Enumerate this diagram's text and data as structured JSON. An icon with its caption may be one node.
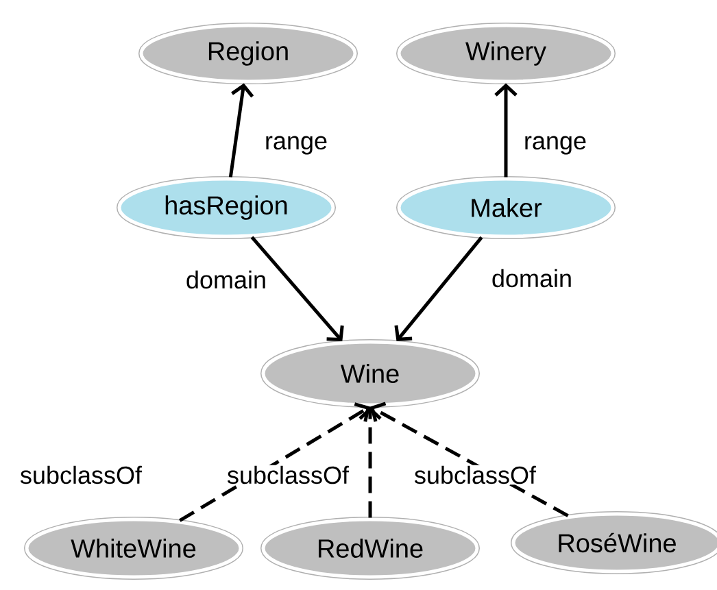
{
  "diagram": {
    "nodes": [
      {
        "text": [
          "Region"
        ]
      },
      {
        "text": [
          "Winery"
        ]
      },
      {
        "text": [
          "hasRegion"
        ]
      },
      {
        "text": [
          "Maker"
        ]
      },
      {
        "text": [
          "Wine"
        ]
      },
      {
        "text": [
          "WhiteWine"
        ]
      },
      {
        "text": [
          "RedWine"
        ]
      },
      {
        "text": [
          "RoséWine"
        ]
      }
    ],
    "edges": [
      {
        "from": 2,
        "to": 0,
        "arrow": "to",
        "label": "range"
      },
      {
        "from": 3,
        "to": 1,
        "arrow": "to",
        "label": "range"
      },
      {
        "from": 2,
        "to": 4,
        "arrow": "to",
        "label": "domain"
      },
      {
        "from": 3,
        "to": 4,
        "arrow": "to",
        "label": "domain"
      },
      {
        "from": 5,
        "to": 4,
        "arrow": "to",
        "label": "subclassOf",
        "style": "dashed"
      },
      {
        "from": 6,
        "to": 4,
        "arrow": "to",
        "label": "subclassOf",
        "style": "dashed"
      },
      {
        "from": 7,
        "to": 4,
        "arrow": "to",
        "label": "subclassOf",
        "style": "dashed"
      }
    ]
  }
}
